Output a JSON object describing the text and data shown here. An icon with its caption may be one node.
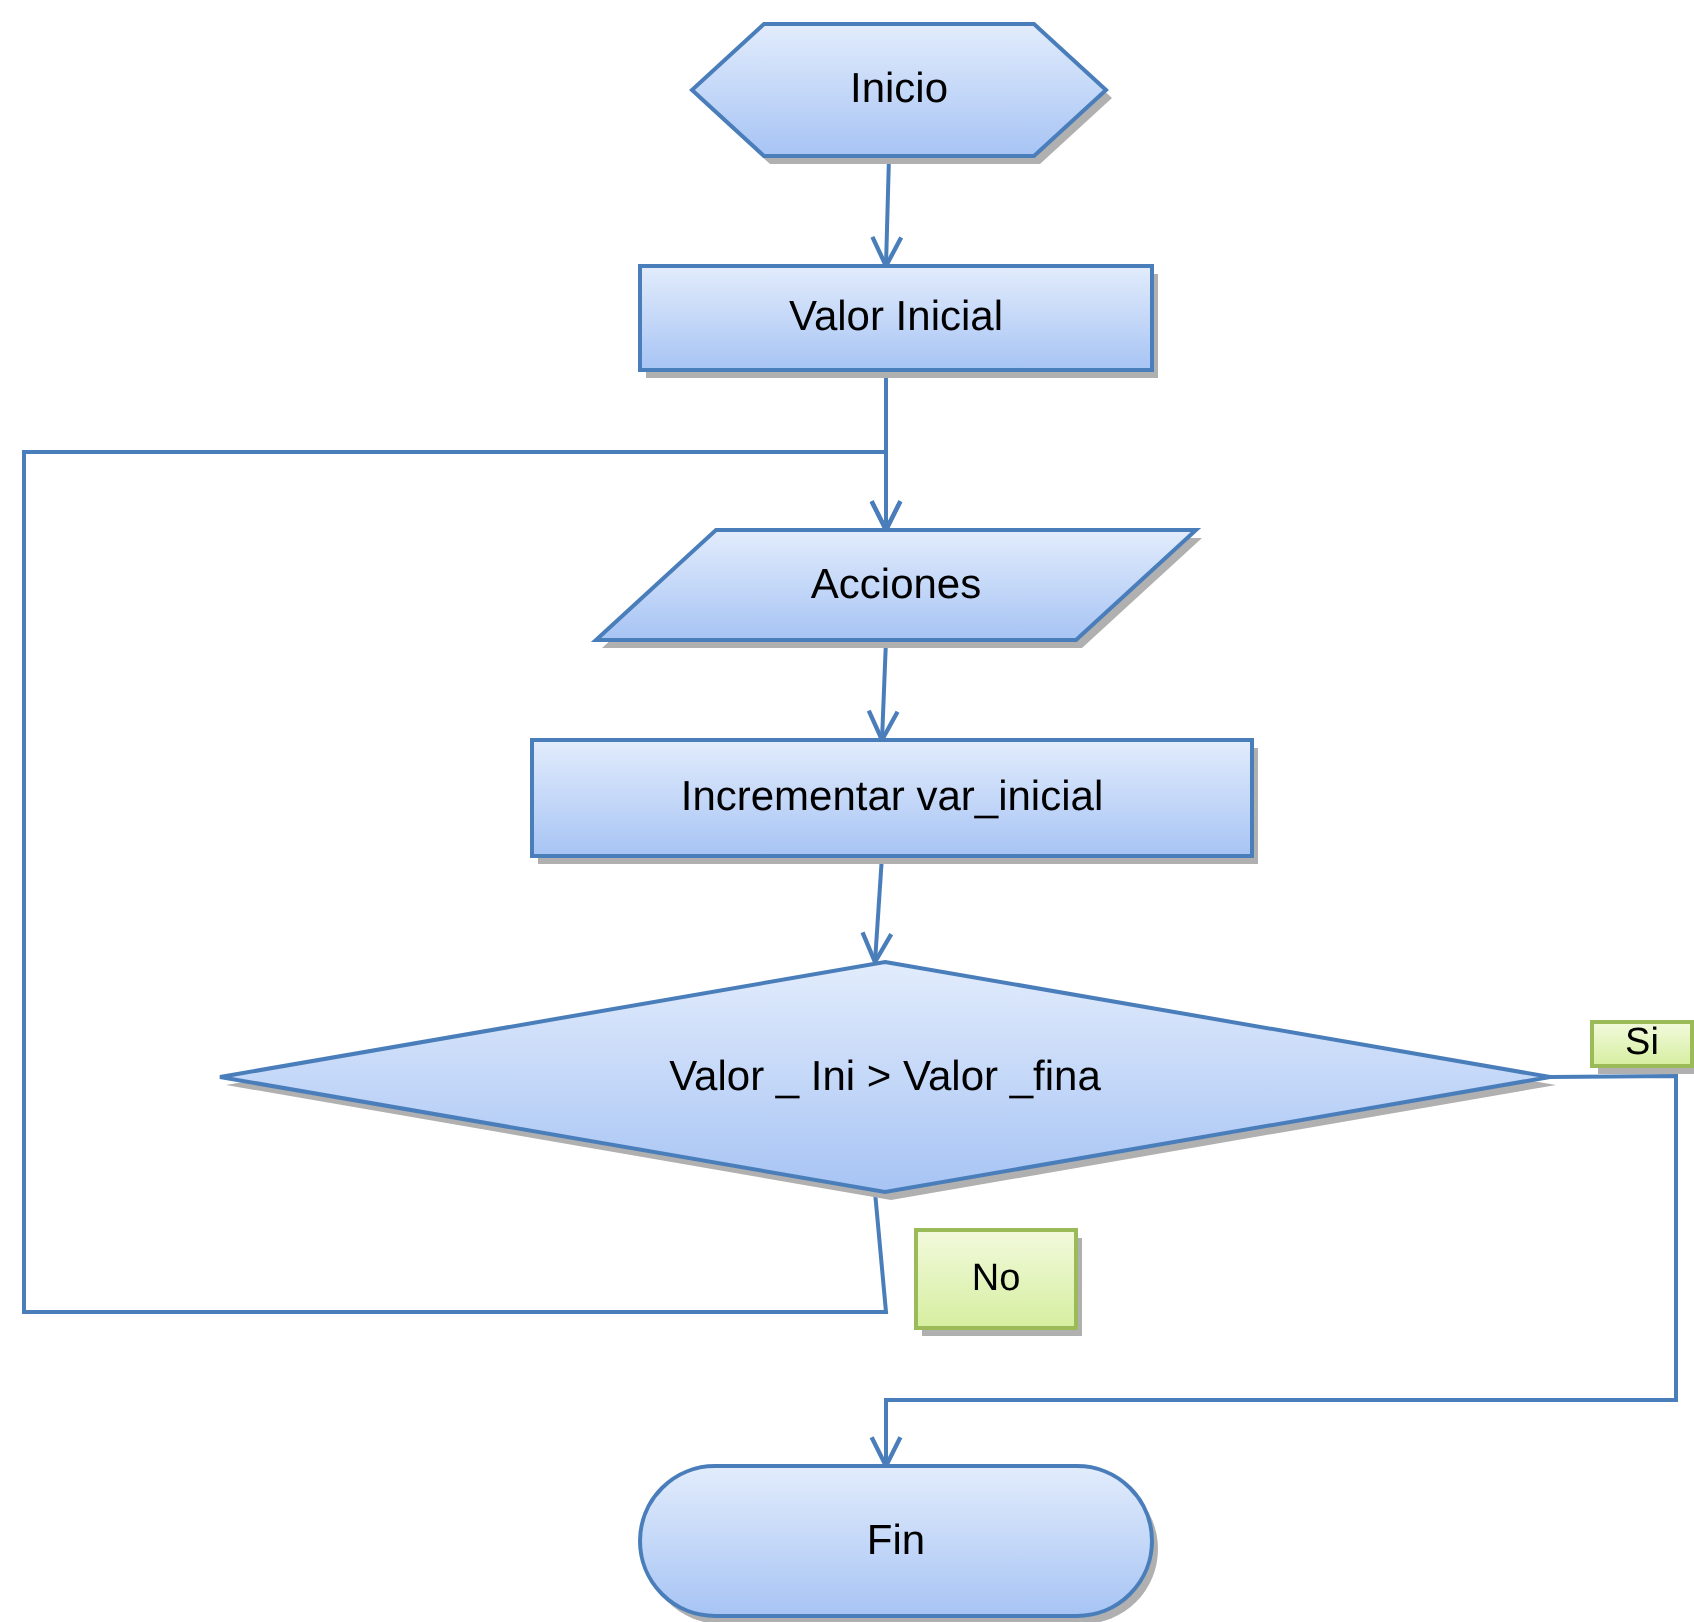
{
  "diagram": {
    "nodes": [
      {
        "text": [
          "Inicio"
        ]
      },
      {
        "text": [
          "Valor Inicial"
        ]
      },
      {
        "text": [
          "Acciones"
        ]
      },
      {
        "text": [
          "Incrementar var_inicial"
        ]
      },
      {
        "text": [
          "Valor _ Ini > Valor _fina"
        ]
      },
      {
        "text": [
          "Fin"
        ]
      },
      {
        "text": [
          "Si"
        ]
      },
      {
        "text": [
          "No"
        ]
      }
    ],
    "edges": [
      {
        "from": 0,
        "to": 1,
        "arrow": "to"
      },
      {
        "from": 1,
        "to": 2,
        "arrow": "to"
      },
      {
        "from": 2,
        "to": 3,
        "arrow": "to"
      },
      {
        "from": 3,
        "to": 4,
        "arrow": "to"
      },
      {
        "from": 4,
        "to": 5,
        "arrow": "to"
      },
      {
        "from": 4,
        "to": 2,
        "arrow": "to"
      }
    ]
  }
}
